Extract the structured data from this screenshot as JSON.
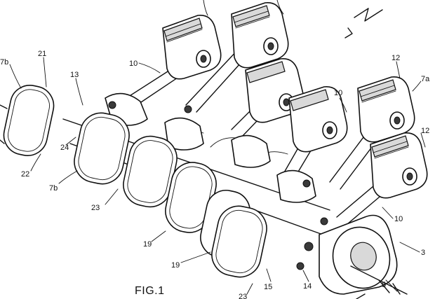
{
  "figure": {
    "caption": "FIG.1",
    "labels": [
      {
        "id": "7b-top",
        "text": "7b"
      },
      {
        "id": "21",
        "text": "21"
      },
      {
        "id": "13",
        "text": "13"
      },
      {
        "id": "10-top",
        "text": "10"
      },
      {
        "id": "12-top",
        "text": "12"
      },
      {
        "id": "7a",
        "text": "7a"
      },
      {
        "id": "10-mid",
        "text": "10"
      },
      {
        "id": "12-right",
        "text": "12"
      },
      {
        "id": "24",
        "text": "24"
      },
      {
        "id": "22",
        "text": "22"
      },
      {
        "id": "7b-bottom",
        "text": "7b"
      },
      {
        "id": "23-left",
        "text": "23"
      },
      {
        "id": "19-a",
        "text": "19"
      },
      {
        "id": "19-b",
        "text": "19"
      },
      {
        "id": "10-bottom",
        "text": "10"
      },
      {
        "id": "3",
        "text": "3"
      },
      {
        "id": "23-bottom",
        "text": "23"
      },
      {
        "id": "15",
        "text": "15"
      },
      {
        "id": "14",
        "text": "14"
      },
      {
        "id": "5",
        "text": "5"
      }
    ]
  }
}
